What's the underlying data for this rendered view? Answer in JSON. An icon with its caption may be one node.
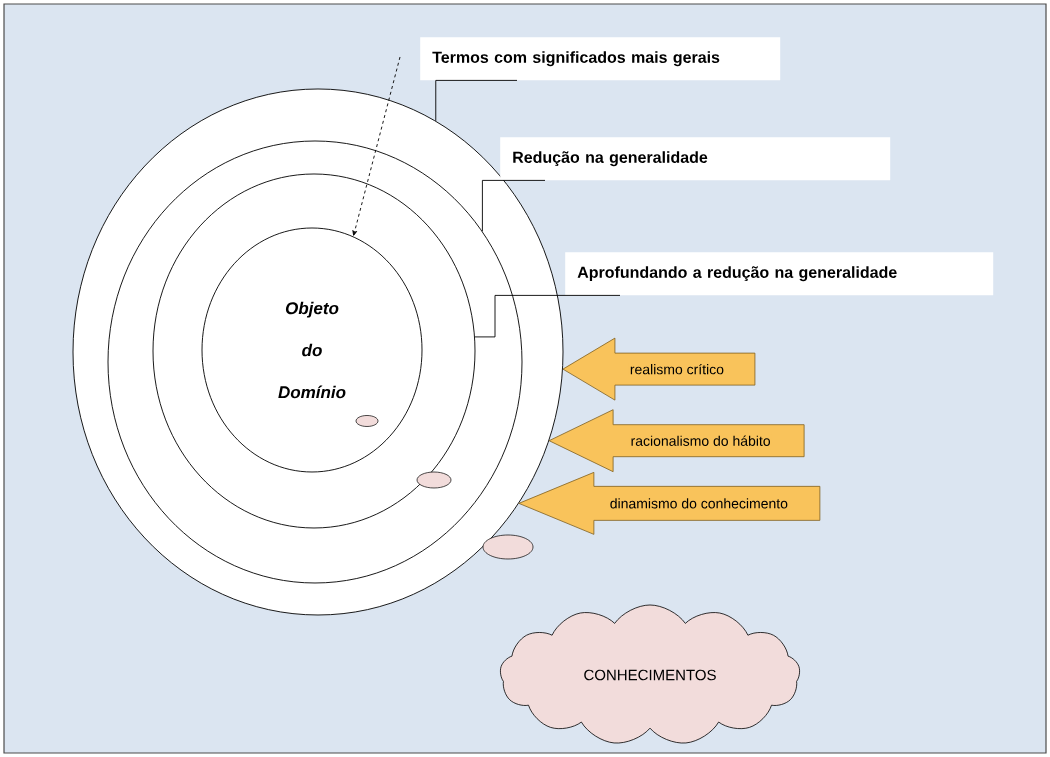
{
  "diagram": {
    "nodes": [
      {
        "text": [],
        "shape": "circle"
      },
      {
        "text": [],
        "shape": "circle",
        "in": 0
      },
      {
        "text": [],
        "shape": "circle",
        "in": 1
      },
      {
        "text": [
          "Objeto do Domínio"
        ],
        "in": 2
      },
      {
        "text": [
          "Termos com significados mais gerais"
        ]
      },
      {
        "text": [
          "Redução na generalidade"
        ]
      },
      {
        "text": [
          "Aprofundando a redução na generalidade"
        ]
      },
      {
        "text": [
          "CONHECIMENTOS"
        ]
      }
    ],
    "edges": [
      {
        "from": 4,
        "to": 0,
        "arrow": "none"
      },
      {
        "from": 5,
        "to": 1,
        "arrow": "none"
      },
      {
        "from": 6,
        "to": 2,
        "arrow": "none"
      },
      {
        "from": null,
        "to": 3,
        "arrow": "to",
        "style": "dashed"
      },
      {
        "from": null,
        "to": 0,
        "arrow": "to",
        "label": "realismo crítico",
        "style": "thick",
        "color": "#f9c35b"
      },
      {
        "from": null,
        "to": 0,
        "arrow": "to",
        "label": "racionalismo do hábito",
        "style": "thick",
        "color": "#f9c35b"
      },
      {
        "from": null,
        "to": 0,
        "arrow": "to",
        "label": "dinamismo do conhecimento",
        "style": "thick",
        "color": "#f9c35b"
      }
    ]
  }
}
